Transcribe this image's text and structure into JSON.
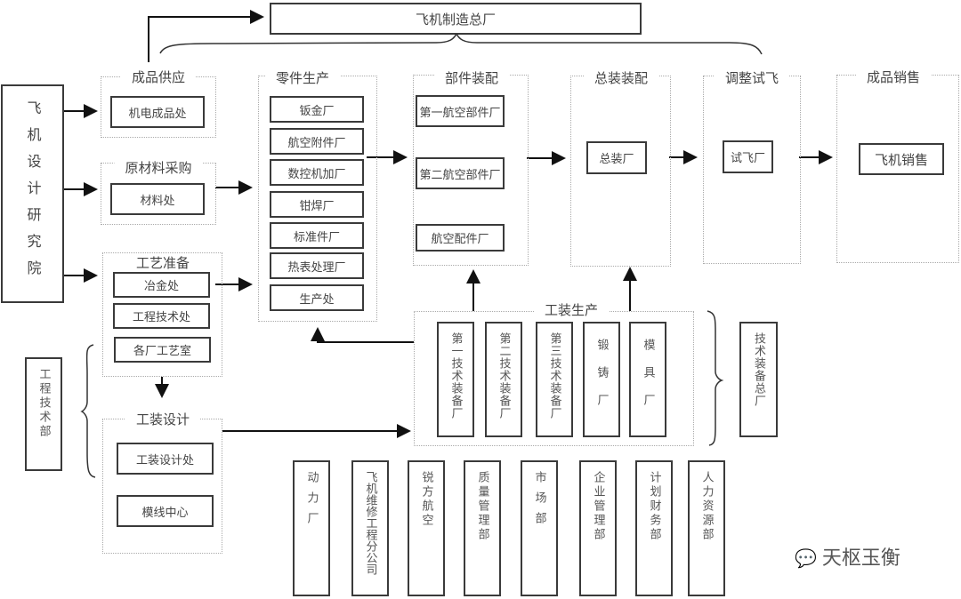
{
  "top": {
    "factory": "飞机制造总厂"
  },
  "institute": {
    "label": "飞机设计研究院"
  },
  "groups": {
    "finished_supply": {
      "title": "成品供应",
      "items": [
        "机电成品处"
      ]
    },
    "raw_material": {
      "title": "原材料采购",
      "items": [
        "材料处"
      ]
    },
    "process_prep": {
      "title": "工艺准备",
      "items": [
        "冶金处",
        "工程技术处",
        "各厂工艺室"
      ]
    },
    "tooling_design": {
      "title": "工装设计",
      "items": [
        "工装设计处",
        "模线中心"
      ]
    },
    "parts_production": {
      "title": "零件生产",
      "items": [
        "钣金厂",
        "航空附件厂",
        "数控机加厂",
        "钳焊厂",
        "标准件厂",
        "热表处理厂",
        "生产处"
      ]
    },
    "component_assembly": {
      "title": "部件装配",
      "items": [
        "第一航空部件厂",
        "第二航空部件厂",
        "航空配件厂"
      ]
    },
    "final_assembly": {
      "title": "总装装配",
      "items": [
        "总装厂"
      ]
    },
    "flight_test": {
      "title": "调整试飞",
      "items": [
        "试飞厂"
      ]
    },
    "sales": {
      "title": "成品销售",
      "items": [
        "飞机销售"
      ]
    },
    "tooling_production": {
      "title": "工装生产",
      "items": [
        "第一技术装备厂",
        "第二技术装备厂",
        "第三技术装备厂",
        "锻铸厂",
        "模具厂"
      ]
    }
  },
  "side_labels": {
    "engineering_dept": "工程技术部",
    "tech_equipment": "技术装备总厂"
  },
  "bottom_units": [
    "动力厂",
    "飞机维修工程分公司",
    "锐方航空",
    "质量管理部",
    "市场部",
    "企业管理部",
    "计划财务部",
    "人力资源部"
  ],
  "watermark": "天枢玉衡"
}
